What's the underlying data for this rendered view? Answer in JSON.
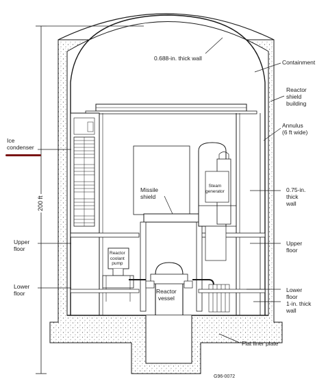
{
  "labels": {
    "height": "200 ft",
    "wall_thick": "0.688-in. thick wall",
    "containment": "Containment",
    "shield_building": "Reactor\nshield\nbuilding",
    "annulus": "Annulus\n(6 ft wide)",
    "ice_condenser": "Ice\ncondenser",
    "missile_shield": "Missile\nshield",
    "steam_generator": "Steam\ngenerator",
    "thick_075": "0.75-in.\nthick\nwall",
    "upper_floor_left": "Upper\nfloor",
    "upper_floor_right": "Upper\nfloor",
    "reactor_coolant_pump": "Reactor\ncoolant\npump",
    "lower_floor_left": "Lower\nfloor",
    "lower_floor_right": "Lower\nfloor",
    "reactor_vessel": "Reactor\nvessel",
    "thick_1in": "1-in. thick\nwall",
    "flat_liner": "Flat liner plate",
    "figure_code": "G96-0072"
  },
  "colors": {
    "line": "#1a1a1a",
    "highlight": "#7a1414",
    "concrete_dots": "#555555"
  }
}
